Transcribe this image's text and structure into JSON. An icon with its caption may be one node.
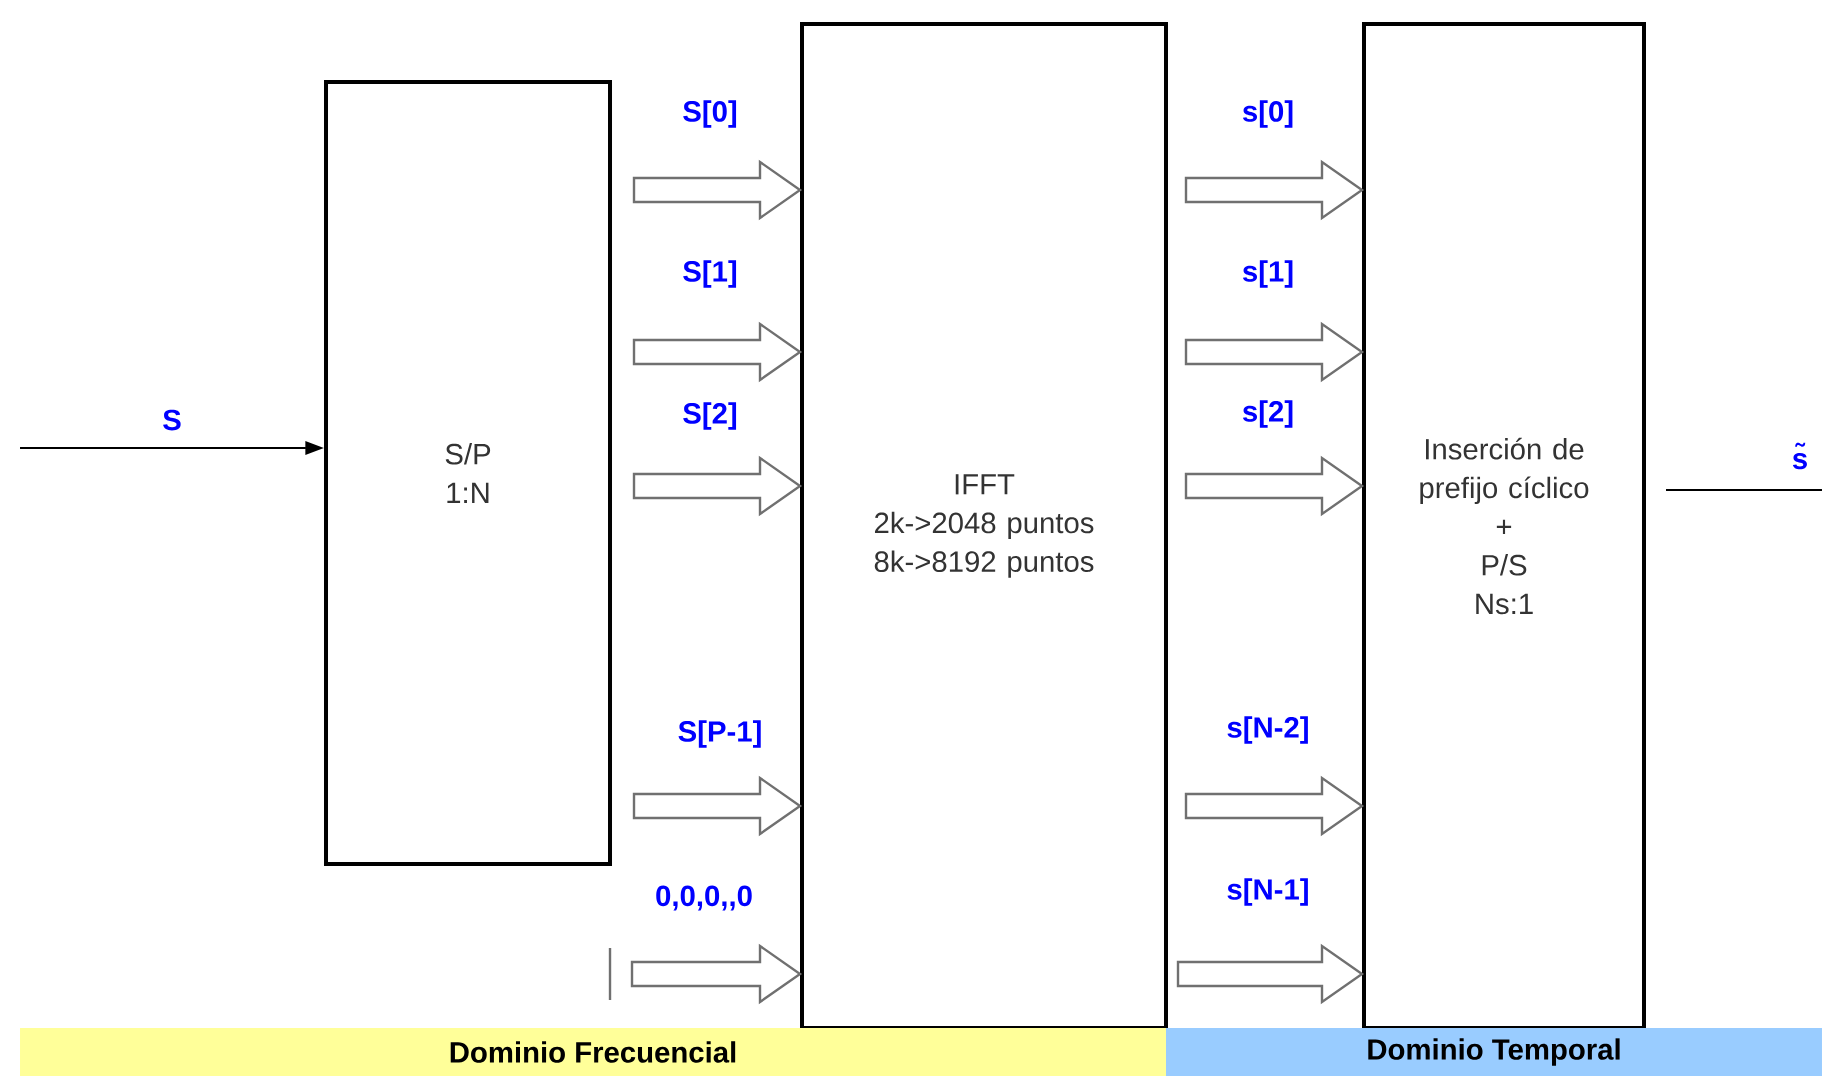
{
  "diagram": {
    "nodes": [
      {
        "text": [
          "S/P",
          "1:N"
        ]
      },
      {
        "text": [
          "IFFT",
          "2k->2048 puntos 8k->8192 puntos"
        ]
      },
      {
        "text": [
          "Inserción de prefijo cíclico",
          "+",
          "P/S",
          "Ns:1"
        ]
      },
      {
        "text": [
          "Dominio Frecuencial"
        ]
      },
      {
        "text": [
          "Dominio Temporal"
        ]
      }
    ],
    "edges": [
      {
        "from": null,
        "to": 0,
        "arrow": "to",
        "label": "S"
      },
      {
        "from": 0,
        "to": 1,
        "arrow": "to",
        "label": "S[0]",
        "style": "thick"
      },
      {
        "from": 0,
        "to": 1,
        "arrow": "to",
        "label": "S[1]",
        "style": "thick"
      },
      {
        "from": 0,
        "to": 1,
        "arrow": "to",
        "label": "S[2]",
        "style": "thick"
      },
      {
        "from": 0,
        "to": 1,
        "arrow": "to",
        "label": "S[P-1]",
        "style": "thick"
      },
      {
        "from": null,
        "to": 1,
        "arrow": "to",
        "label": "0,0,0,,0",
        "style": "thick"
      },
      {
        "from": 1,
        "to": 2,
        "arrow": "to",
        "label": "s[0]",
        "style": "thick"
      },
      {
        "from": 1,
        "to": 2,
        "arrow": "to",
        "label": "s[1]",
        "style": "thick"
      },
      {
        "from": 1,
        "to": 2,
        "arrow": "to",
        "label": "s[2]",
        "style": "thick"
      },
      {
        "from": 1,
        "to": 2,
        "arrow": "to",
        "label": "s[N-2]",
        "style": "thick"
      },
      {
        "from": 1,
        "to": 2,
        "arrow": "to",
        "label": "s[N-1]",
        "style": "thick"
      },
      {
        "from": 2,
        "to": null,
        "arrow": "none",
        "label": "s̃"
      }
    ]
  }
}
